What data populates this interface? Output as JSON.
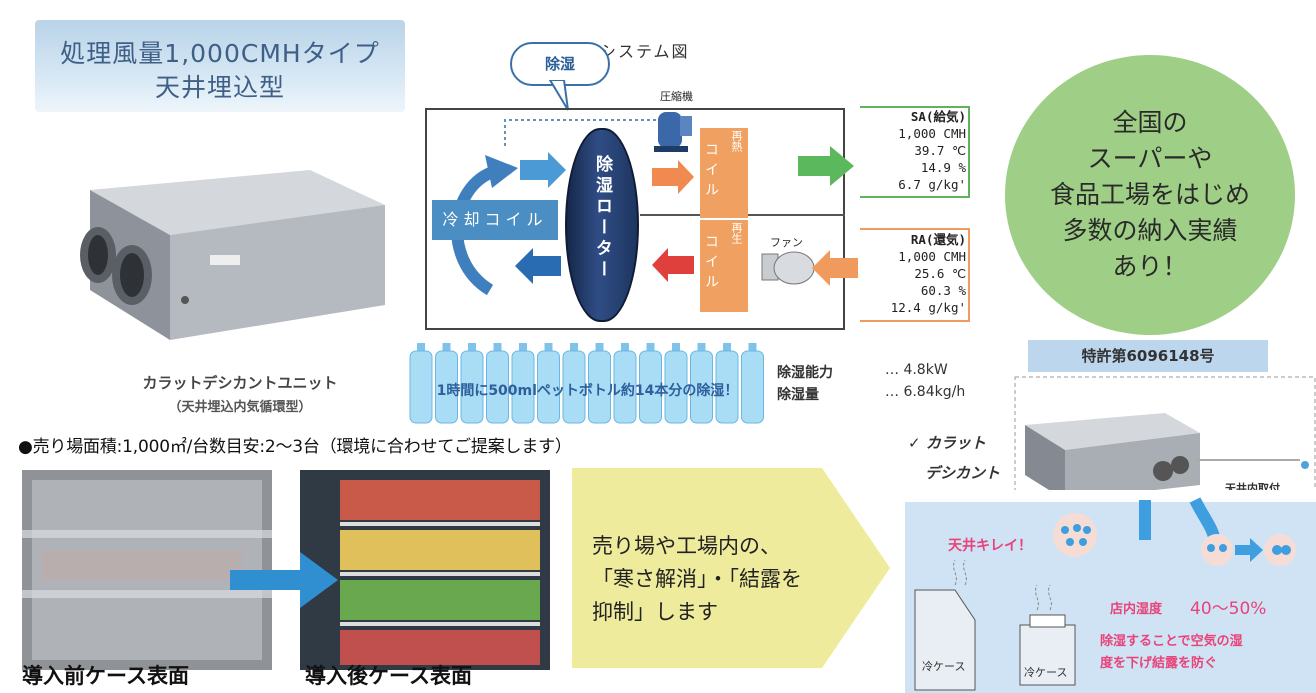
{
  "header": {
    "type_line1": "処理風量1,000CMHタイプ",
    "type_line2": "天井埋込型"
  },
  "product": {
    "caption": "カラットデシカントユニット",
    "subcaption": "（天井埋込内気循環型）"
  },
  "system": {
    "title": "システム図",
    "bubble": "除湿",
    "compressor": "圧縮機",
    "fan": "ファン",
    "rotor": "除湿ローター",
    "cooling_coil": "冷却コイル",
    "reheat_coil": {
      "main": "コイル",
      "sub": "再熱"
    },
    "regen_coil": {
      "main": "コイル",
      "sub": "再生"
    },
    "sa": {
      "title": "SA(給気)",
      "flow": "1,000 CMH",
      "temp": "39.7 ℃",
      "humidity": "14.9 %",
      "abs": "6.7 g/kg'"
    },
    "ra": {
      "title": "RA(還気)",
      "flow": "1,000 CMH",
      "temp": "25.6 ℃",
      "humidity": "60.3 %",
      "abs": "12.4 g/kg'"
    }
  },
  "callout": {
    "lines": [
      "全国の",
      "スーパーや",
      "食品工場をはじめ",
      "多数の納入実績",
      "あり！"
    ]
  },
  "bottles": {
    "text": "1時間に500mlペットボトル約14本分の除湿！"
  },
  "capacity": {
    "rows": [
      {
        "label": "除湿能力",
        "value": "… 4.8kW"
      },
      {
        "label": "除湿量",
        "value": "… 6.84kg/h"
      }
    ]
  },
  "patent": "特許第6096148号",
  "area_note": "●売り場面積:1,000㎡/台数目安:2～3台（環境に合わせてご提案します）",
  "photos": {
    "before": "導入前ケース表面",
    "after": "導入後ケース表面"
  },
  "benefit": {
    "lines": [
      "売り場や工場内の、",
      "「寒さ解消」・「結露を",
      "抑制」します"
    ]
  },
  "scene": {
    "brand_line1": "カラット",
    "brand_line2": "デシカント",
    "ceiling_mount": "天井内取付",
    "ceiling_clean": "天井キレイ！",
    "humidity_label": "店内湿度",
    "humidity_value": "40～50%",
    "note_line1": "除湿することで空気の湿",
    "note_line2": "度を下げ結露を防ぐ",
    "case1": "冷ケース",
    "case2": "冷ケース"
  },
  "colors": {
    "banner_text": "#3e5f86",
    "green_callout": "#9fcf86",
    "coil_orange": "#f0a060",
    "cool_blue": "#4b8ec4",
    "sa_green": "#5fb35f",
    "ra_orange": "#ee9a60",
    "accent_pink": "#e8437a",
    "yellow": "#eeeb9c"
  }
}
